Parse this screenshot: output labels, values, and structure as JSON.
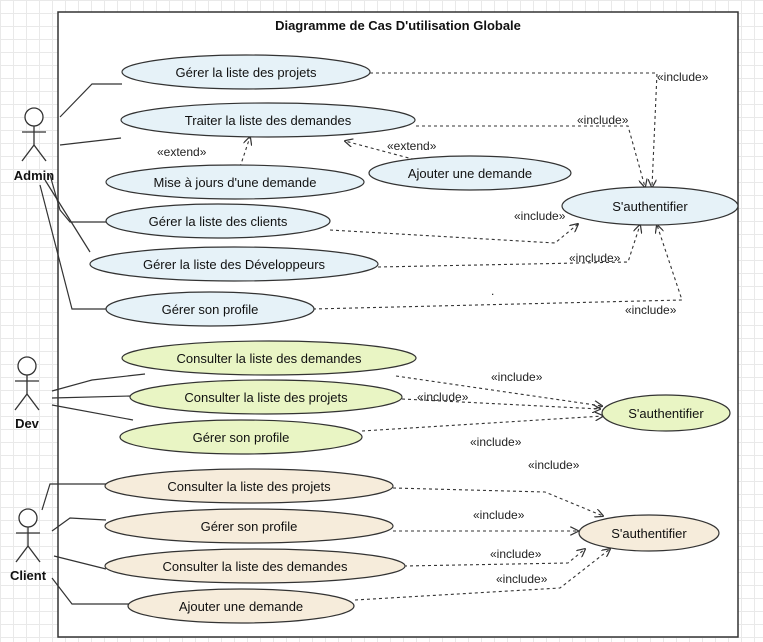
{
  "title": "Diagramme de Cas D'utilisation Globale",
  "colors": {
    "admin_fill": "#e6f2f8",
    "dev_fill": "#e9f5c4",
    "client_fill": "#f6ecdb",
    "stroke": "#333333"
  },
  "actors": {
    "admin": "Admin",
    "dev": "Dev",
    "client": "Client"
  },
  "use_cases": {
    "admin_gerer_projets": "Gérer la liste des projets",
    "admin_traiter_demandes": "Traiter la liste des demandes",
    "admin_mise_a_jour": "Mise à jours d'une demande",
    "admin_ajouter_demande": "Ajouter une demande",
    "admin_gerer_clients": "Gérer la liste des clients",
    "admin_gerer_devs": "Gérer la liste des Développeurs",
    "admin_gerer_profile": "Gérer son profile",
    "admin_auth": "S'authentifier",
    "dev_consulter_demandes": "Consulter la liste des demandes",
    "dev_consulter_projets": "Consulter la liste  des projets",
    "dev_gerer_profile": "Gérer son profile",
    "dev_auth": "S'authentifier",
    "client_consulter_projets": "Consulter la liste des projets",
    "client_gerer_profile": "Gérer son profile",
    "client_consulter_demandes": "Consulter la liste  des demandes",
    "client_ajouter_demande": "Ajouter une demande",
    "client_auth": "S'authentifier"
  },
  "stereotypes": {
    "include": "«include»",
    "extend": "«extend»"
  }
}
